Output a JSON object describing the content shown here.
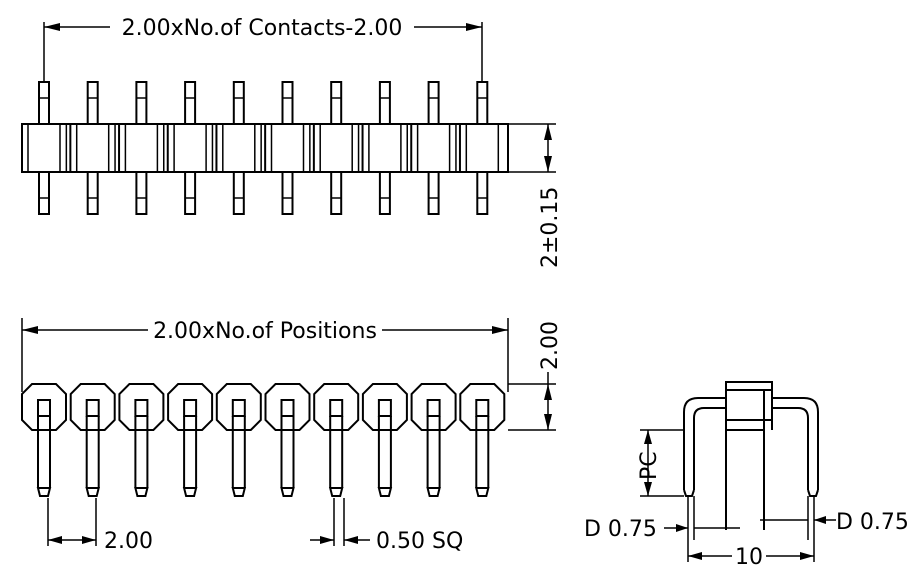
{
  "labels": {
    "top_length": "2.00xNo.of Contacts-2.00",
    "height_tol": "2±0.15",
    "positions_length": "2.00xNo.of Positions",
    "body_height": "2.00",
    "pitch": "2.00",
    "square": "0.50 SQ",
    "pc": "PC",
    "d_left": "D 0.75",
    "d_right": "D 0.75",
    "width_10": "10"
  },
  "pin_count": 10,
  "colors": {
    "line": "#000000",
    "background": "#ffffff"
  }
}
